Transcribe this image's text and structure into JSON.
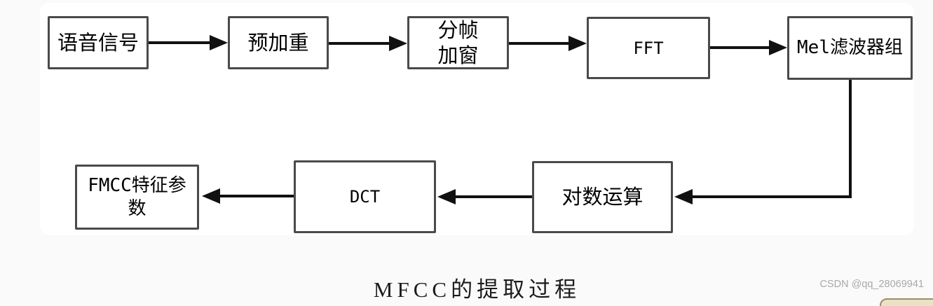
{
  "diagram": {
    "type": "flowchart",
    "caption": "MFCC的提取过程",
    "nodes": [
      {
        "id": "speech-signal",
        "label": "语音信号"
      },
      {
        "id": "pre-emphasis",
        "label": "预加重"
      },
      {
        "id": "framing-windowing",
        "label": "分帧\n加窗"
      },
      {
        "id": "fft",
        "label": "FFT"
      },
      {
        "id": "mel-filterbank",
        "label": "Mel滤波器组"
      },
      {
        "id": "log-operation",
        "label": "对数运算"
      },
      {
        "id": "dct",
        "label": "DCT"
      },
      {
        "id": "fmcc-features",
        "label": "FMCC特征参\n数"
      }
    ],
    "edges": [
      {
        "from": "speech-signal",
        "to": "pre-emphasis"
      },
      {
        "from": "pre-emphasis",
        "to": "framing-windowing"
      },
      {
        "from": "framing-windowing",
        "to": "fft"
      },
      {
        "from": "fft",
        "to": "mel-filterbank"
      },
      {
        "from": "mel-filterbank",
        "to": "log-operation"
      },
      {
        "from": "log-operation",
        "to": "dct"
      },
      {
        "from": "dct",
        "to": "fmcc-features"
      }
    ]
  },
  "watermark": {
    "text": "CSDN @qq_28069941"
  },
  "colors": {
    "page_bg": "#fafafa",
    "panel_bg": "#ffffff",
    "box_border": "#4a4a4a",
    "arrow": "#111111",
    "caption_text": "#1c1c1c",
    "watermark_text": "#a9a9a9",
    "chip_fill": "#eae1c6",
    "chip_border": "#9d8d66"
  }
}
